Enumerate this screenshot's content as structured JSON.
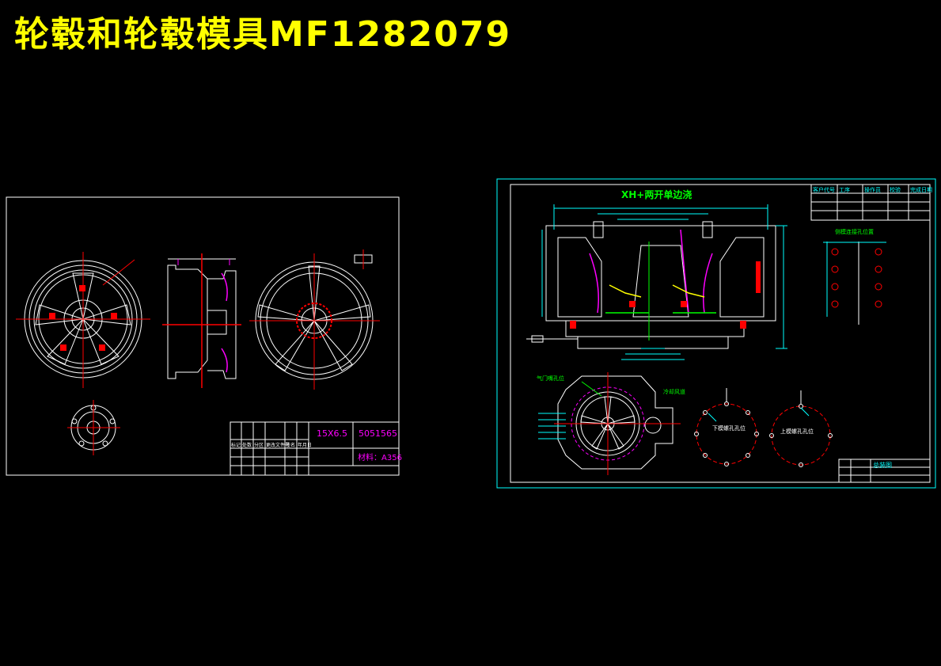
{
  "page": {
    "title": "轮毂和轮毂模具MF1282079",
    "background_color": "#000000",
    "title_color": "#ffff00"
  },
  "sheet_left": {
    "size_label": "15X6.5",
    "code_label": "5051565",
    "material_label": "材料：A356",
    "title_block_headers": [
      "标记",
      "处数",
      "分区",
      "更改文件号",
      "签名",
      "年月日"
    ]
  },
  "sheet_right": {
    "heading": "XH+两开单边浇",
    "gas_hole_label": "气门嘴孔位",
    "cooling_label": "冷却风道",
    "lower_hole_label": "下模螺孔孔位",
    "upper_hole_label": "上模螺孔孔位",
    "side_view_label": "侧模连接孔位置",
    "table_headers": [
      "客户代号",
      "工序",
      "操作员",
      "校验",
      "完成日期"
    ],
    "assembly_label": "总装图"
  },
  "colors": {
    "drawing_white": "#ffffff",
    "frame_cyan": "#00ffff",
    "accent_red": "#ff0000",
    "accent_magenta": "#ff00ff",
    "accent_green": "#00ff00",
    "accent_yellow": "#ffff00"
  }
}
